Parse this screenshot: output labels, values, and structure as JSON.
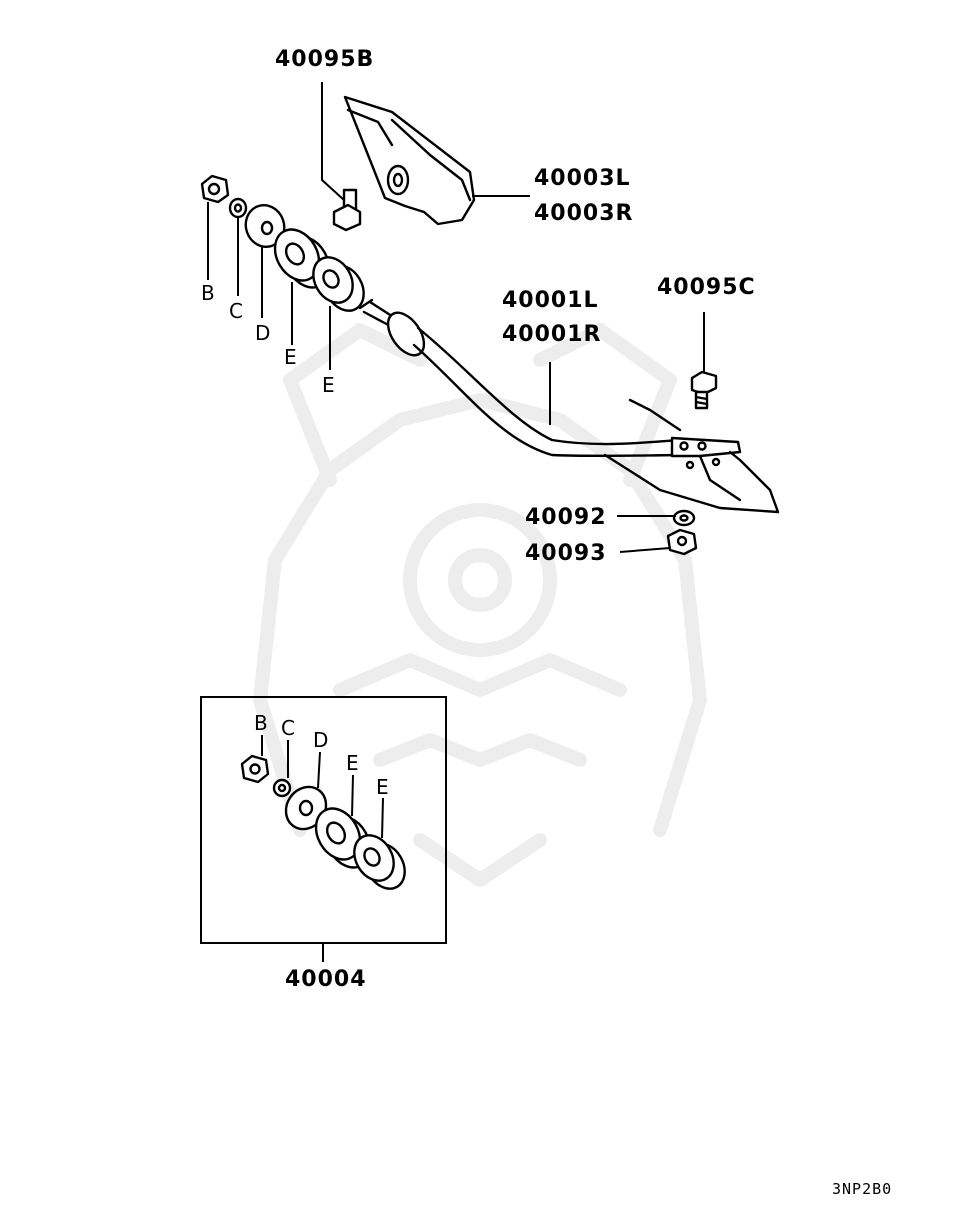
{
  "callouts": {
    "bolt_upper": "40095B",
    "bracket_left": "40003L",
    "bracket_right": "40003R",
    "rod_left": "40001L",
    "rod_right": "40001R",
    "bolt_right": "40095C",
    "washer": "40092",
    "nut": "40093",
    "kit": "40004"
  },
  "letters": {
    "b": "B",
    "c": "C",
    "d": "D",
    "e1": "E",
    "e2": "E"
  },
  "kit_letters": {
    "b": "B",
    "c": "C",
    "d": "D",
    "e1": "E",
    "e2": "E"
  },
  "diagram_code": "3NP2B0"
}
